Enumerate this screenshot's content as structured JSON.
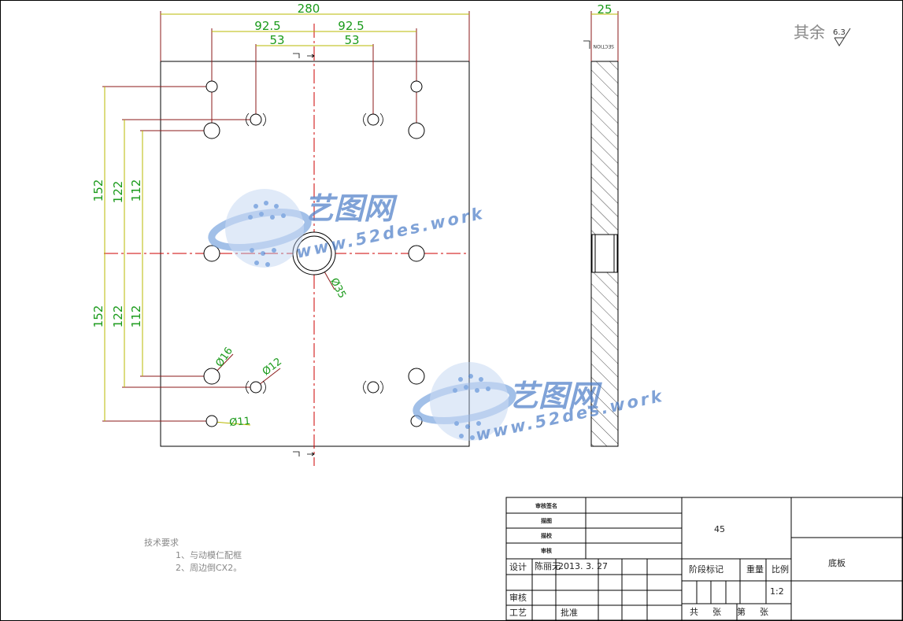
{
  "plan_view": {
    "overall_width": "280",
    "outer_spacing_left": "92.5",
    "outer_spacing_right": "92.5",
    "inner_spacing_left": "53",
    "inner_spacing_right": "53",
    "vert_upper_outer": "152",
    "vert_upper_mid": "122",
    "vert_upper_inner": "112",
    "vert_lower_outer": "152",
    "vert_lower_mid": "122",
    "vert_lower_inner": "112",
    "center_hole_dia": "Ø35",
    "hole_dia_16": "Ø16",
    "hole_dia_12": "Ø12",
    "hole_dia_11": "Ø11"
  },
  "side_view": {
    "thickness": "25",
    "section_label": "SECTION"
  },
  "roughness": {
    "label": "其余",
    "value": "6.3"
  },
  "technical_requirements": {
    "title": "技术要求",
    "items": [
      "1、与动模仁配框",
      "2、周边倒CX2。"
    ]
  },
  "title_block": {
    "small_rows": [
      "审核签名",
      "描图",
      "描校",
      "审核"
    ],
    "design_label": "设计",
    "designer": "陈丽无",
    "date": "2013. 3. 27",
    "review_label": "审核",
    "process_label": "工艺",
    "approve_label": "批准",
    "material": "45",
    "stage_mark_label": "阶段标记",
    "weight_label": "重量",
    "scale_label": "比例",
    "scale_value": "1:2",
    "part_name": "底板",
    "total_label": "共",
    "sheets_label": "张",
    "sheet_no_label": "第",
    "sheets_label2": "张"
  },
  "watermarks": [
    {
      "brand": "艺图网",
      "url": "www.52des.work"
    },
    {
      "brand": "艺图网",
      "url": "www.52des.work"
    }
  ],
  "colors": {
    "outline": "#000000",
    "centerline": "#cc0000",
    "dimension": "#1a9a1a",
    "extension": "#8b1a1a",
    "leader": "#b8b800",
    "watermark": "#4f7fc8"
  }
}
